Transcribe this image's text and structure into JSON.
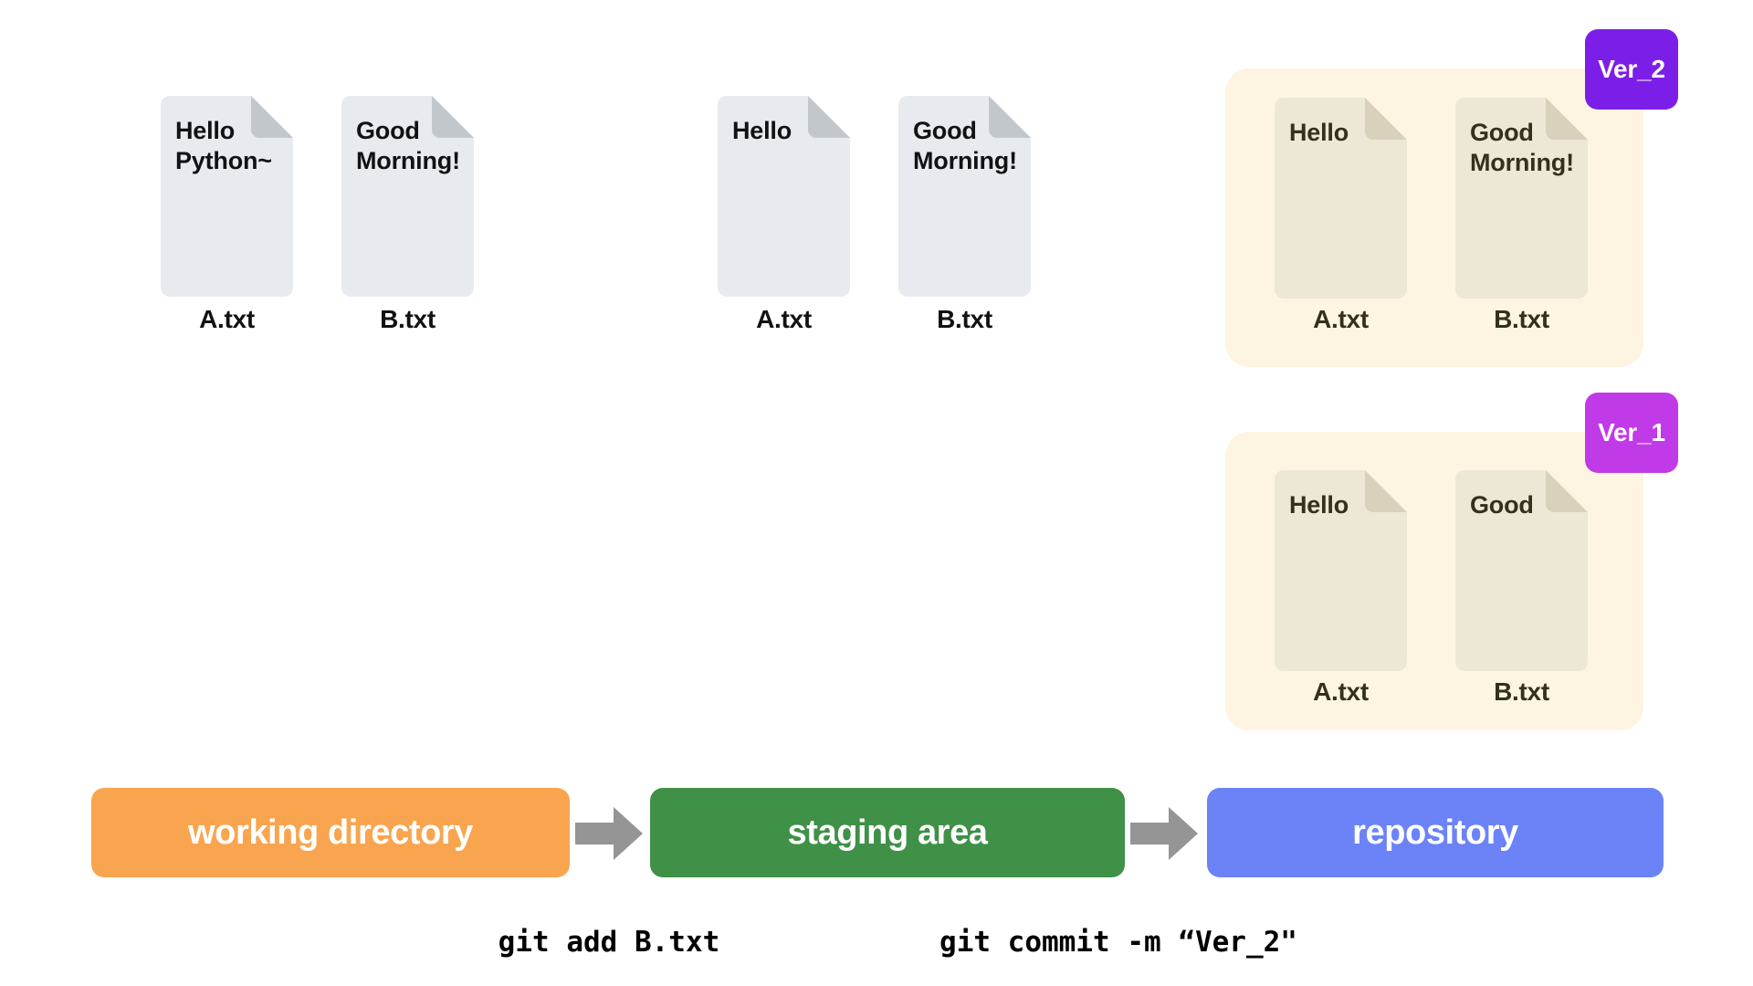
{
  "diagram": {
    "title": "Git working directory / staging area / repository flow",
    "colors": {
      "background": "#ffffff",
      "working_bar": "#F9A council",
      "sheet_gray": "#E7EBF0",
      "fold_gray": "#C2C7CC",
      "panel_cream": "#FDF5E2",
      "sheet_beige": "#EDE7D6",
      "fold_beige": "#D8D2BC",
      "ink_dark": "#111214",
      "ink_olive": "#33301C",
      "badge_ver2": "#7B1FE8",
      "badge_ver1": "#C13AE8",
      "bar_working": "#F9A council2",
      "bar_orange": "#F9A54F",
      "bar_green": "#3E9147",
      "bar_blue": "#6B83F7",
      "arrow_gray": "#959595"
    }
  },
  "working_directory": {
    "files": [
      {
        "content": "Hello\nPython~",
        "label": "A.txt"
      },
      {
        "content": "Good\nMorning!",
        "label": "B.txt"
      }
    ]
  },
  "staging_area": {
    "files": [
      {
        "content": "Hello",
        "label": "A.txt"
      },
      {
        "content": "Good\nMorning!",
        "label": "B.txt"
      }
    ]
  },
  "repository": {
    "commits": [
      {
        "version": "Ver_2",
        "badge_color": "#7B1FE8",
        "files": [
          {
            "content": "Hello",
            "label": "A.txt"
          },
          {
            "content": "Good\nMorning!",
            "label": "B.txt"
          }
        ]
      },
      {
        "version": "Ver_1",
        "badge_color": "#C13AE8",
        "files": [
          {
            "content": "Hello",
            "label": "A.txt"
          },
          {
            "content": "Good",
            "label": "B.txt"
          }
        ]
      }
    ]
  },
  "flow": {
    "stages": [
      {
        "label": "working directory",
        "color": "#F9A54F"
      },
      {
        "label": "staging area",
        "color": "#3E9147"
      },
      {
        "label": "repository",
        "color": "#6B83F7"
      }
    ],
    "commands": [
      "git add B.txt",
      "git commit -m “Ver_2\""
    ]
  }
}
